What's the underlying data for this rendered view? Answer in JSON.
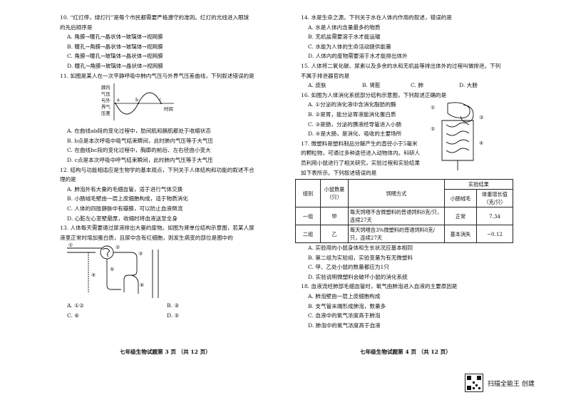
{
  "left": {
    "q10": {
      "stem": "10. “红灯停，绿灯行”是每个市民都需要严格遵守的准则。红灯的光线进入眼球",
      "stem2": "的先后顺序是",
      "options": [
        "A. 角膜→瞳孔→晶状体→玻璃体→视网膜",
        "B. 瞳孔→角膜→晶状体→玻璃体→视网膜",
        "C. 角膜→瞳孔→玻璃体→晶状体→视网膜",
        "D. 瞳孔→角膜→玻璃体→晶状体→视网膜"
      ]
    },
    "q11": {
      "stem": "11. 如图是某人在一次平静呼吸中肺内气压与外界气压差曲线，下列叙述错误的是",
      "ylabel_lines": [
        "肺内",
        "气压",
        "与外",
        "界气",
        "压差"
      ],
      "point_a": "a",
      "point_b": "b",
      "point_c": "c",
      "xlabel": "时间",
      "options": [
        "A. 在曲线ab段的变化过程中，肋间肌和膈肌都处于收缩状态",
        "B. b点是本次呼吸中吸气结束瞬间，此时肺内气压等于大气压",
        "C. 在曲线bc段的变化过程中，胸廓的前后、左右径由小变大",
        "D. c点是本次呼吸中呼气结束瞬间，此时肺内气压等于大气压"
      ]
    },
    "q12": {
      "stem": "12. 结构与功能相适应是生物学的基本观点，下列关于人体结构和功能的叙述不合",
      "stem2": "理的是",
      "options": [
        "A. 肺泡外有大量的毛细血管，适于进行气体交换",
        "B. 小肠绒毛壁由一层上皮细胞构成，适于物质消化",
        "C. 人体的四肢静脉中有瓣膜，可以防止血液倒流",
        "D. 心脏左心室壁最厚，收缩时将血液送至全身"
      ]
    },
    "q13": {
      "stem": "13. 人体每天需要通过尿液排出大量的废物。如图为肾单位结构示意图，若某人尿",
      "stem2": "液里正常时增加蛋白质，且尿中含有红细胞，则发生病变的部位是图中的",
      "labels": [
        "①",
        "②",
        "③",
        "④",
        "⑤",
        "⑥"
      ],
      "answers": [
        "A. ①②",
        "B. ③",
        "C. ⑥",
        "D. ⑤"
      ]
    },
    "footer": "七年级生物试题第 3 页 （共 12 页）"
  },
  "right": {
    "q14": {
      "stem": "14. 水是生命之源。下列关于水在人体内作用的叙述，错误的是",
      "options": [
        "A. 水是人体内含量最多的物质",
        "B. 无机盐需要溶于水才能运输",
        "C. 水能为人体的生命活动提供能量",
        "D. 人体内的废物需要溶于水才能排出体外"
      ]
    },
    "q15": {
      "stem": "15. 人体将二氧化碳、尿素以及多余的水和无机盐等排出体外的过程叫做排泄。下列",
      "stem2": "不属于排泄器官的是",
      "answers": [
        "A. 皮肤",
        "B. 肾脏",
        "C. 肺",
        "D. 大肠"
      ]
    },
    "q16": {
      "stem": "16. 如图为人体消化系统部分结构示意图，下列叙述正确的是",
      "options": [
        "A. ①分泌的消化液中含消化脂肪的酶",
        "B. ②是胃，能分泌胃液能消化蛋白质",
        "C. ③是肠，分泌的胰液经导管进入小肠",
        "D. ④是大肠，是消化、吸收的主要场所"
      ],
      "fig_labels": [
        "①",
        "②",
        "③",
        "④"
      ]
    },
    "q17": {
      "lines": [
        "17. 微塑料是塑料制品分解产生的直径小于5毫米",
        "的颗粒物，可通过多种途径进入动物体内。科研人",
        "员利用小鼠进行了相关研究，实验过程和实验结果",
        "如下表所示。下列叙述错误的是"
      ],
      "table": {
        "col_group": "组别",
        "col_mice": "小鼠数量（只）",
        "col_feed": "饲喂方式",
        "col_result": "实验结果",
        "col_villi": "小肠绒毛",
        "col_weight": "体重增长值（克/只）",
        "rows": [
          {
            "group": "一组",
            "mice": "甲",
            "feed": "每天饲喂不含微塑料的普通饲料8克/只，连续27天",
            "villi": "正常",
            "weight": "7.34"
          },
          {
            "group": "二组",
            "mice": "乙",
            "feed": "每天饲喂含3%微塑料的普通饲料8克/只，连续27天",
            "villi": "基本消失",
            "weight": "−0.12"
          }
        ]
      },
      "options": [
        "A. 实验用的小鼠身体和生长状况应基本相同",
        "B. 第二组为实验组，实验变量为有无微塑料",
        "C. 甲、乙处小鼠的数量都应为1只",
        "D. 实验说明微塑料会破坏小鼠的消化系统"
      ]
    },
    "q18": {
      "stem": "18. 血液流经肺部毛细血管时，氧气由肺泡进入血液的主要原因是",
      "options": [
        "A. 肺泡壁由一层上皮细胞构成",
        "B. 支气管末端形成肺泡，数量多",
        "C. 血液中的氧气浓度高于肺泡",
        "D. 肺泡中的氧气浓度高于血液"
      ]
    },
    "footer": "七年级生物试题第 4 页 （共 12 页）"
  },
  "watermark": "扫描全能王 创建"
}
